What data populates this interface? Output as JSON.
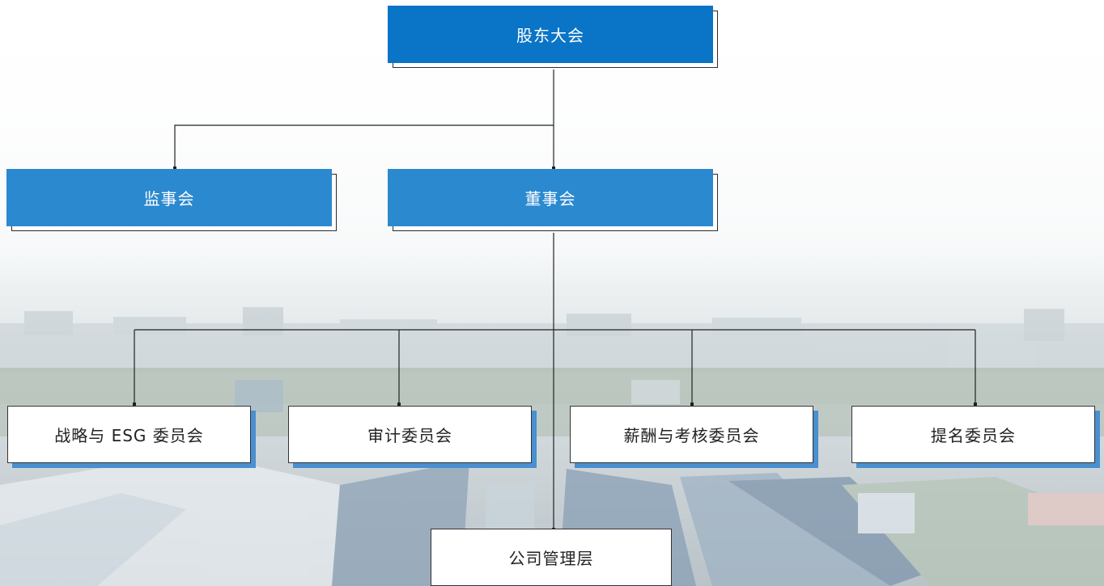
{
  "colors": {
    "top_box": "#0a74c6",
    "mid_box": "#2b89cf",
    "line": "#222222",
    "white_shadow": "#4a8fd0"
  },
  "nodes": {
    "shareholders": "股东大会",
    "supervisory": "监事会",
    "board": "董事会",
    "strategy_esg": "战略与 ESG 委员会",
    "audit": "审计委员会",
    "remuneration": "薪酬与考核委员会",
    "nomination": "提名委员会",
    "management": "公司管理层"
  }
}
